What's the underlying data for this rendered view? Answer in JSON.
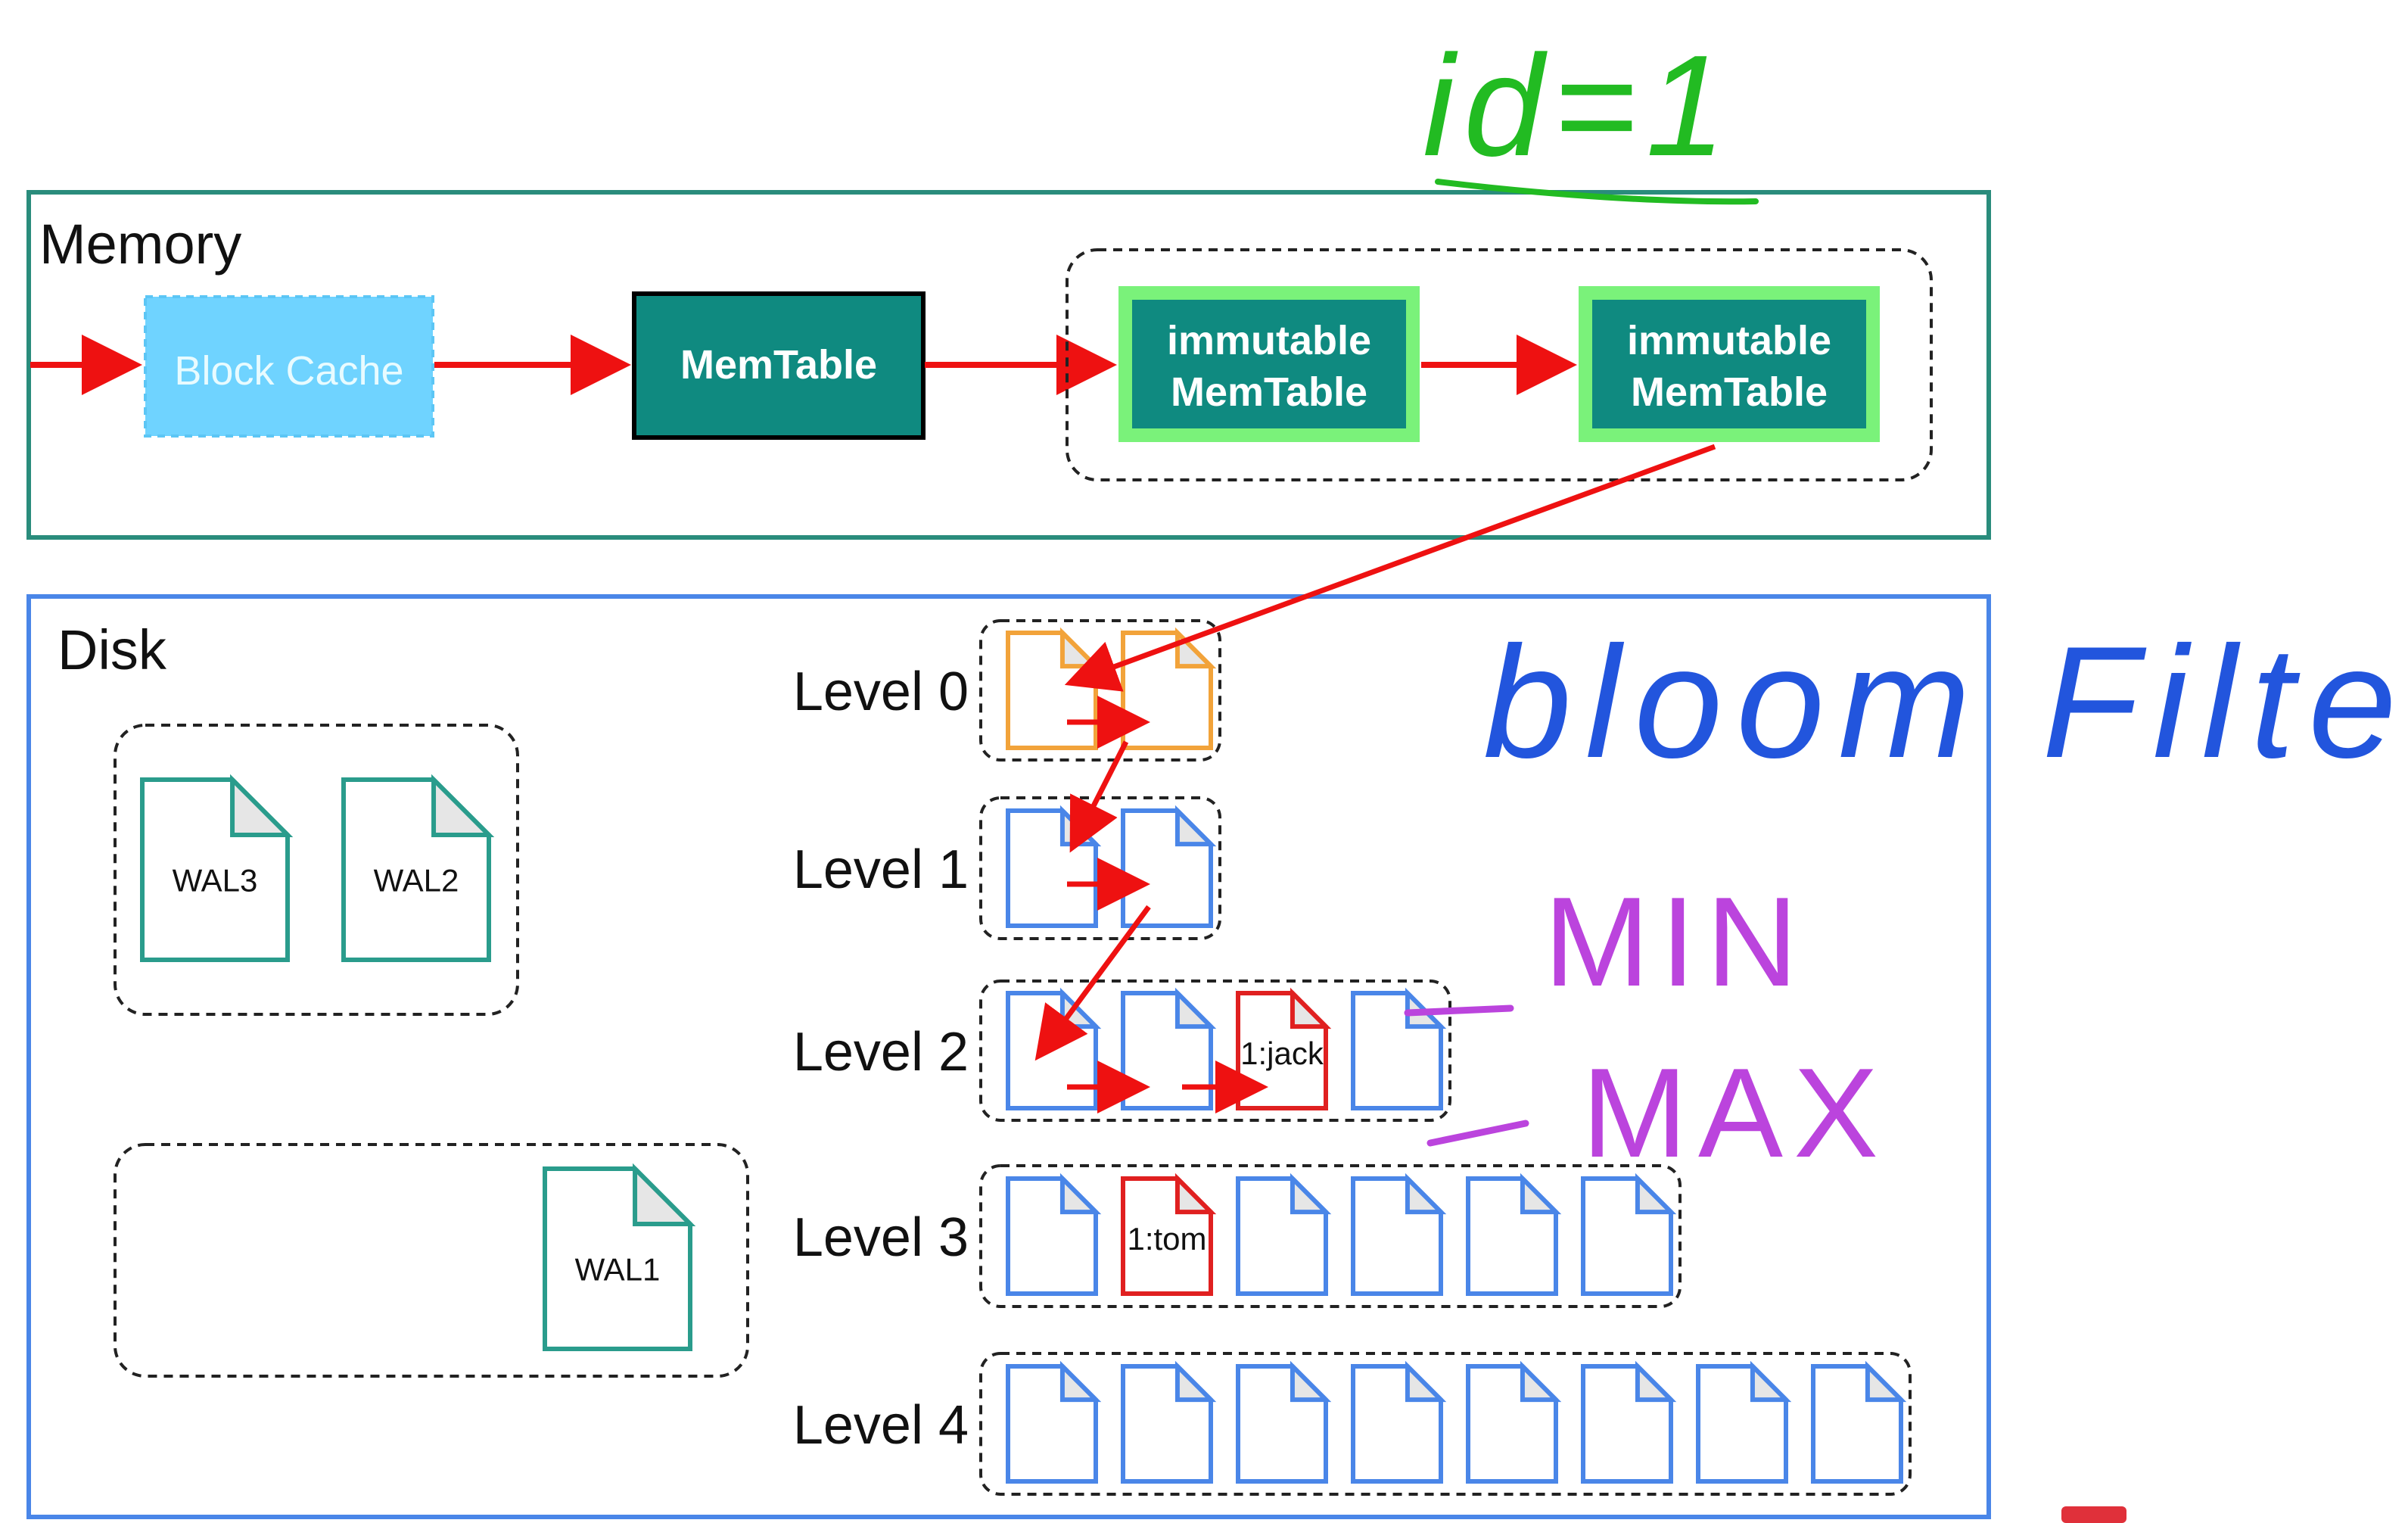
{
  "memory": {
    "title": "Memory",
    "block_cache_label": "Block Cache",
    "memtable_label": "MemTable",
    "immutable_1": {
      "line1": "immutable",
      "line2": "MemTable"
    },
    "immutable_2": {
      "line1": "immutable",
      "line2": "MemTable"
    }
  },
  "disk": {
    "title": "Disk",
    "wal_files": [
      "WAL3",
      "WAL2",
      "WAL1"
    ],
    "levels": [
      {
        "label": "Level 0",
        "file_count": 2,
        "files": [
          "",
          ""
        ]
      },
      {
        "label": "Level 1",
        "file_count": 2,
        "files": [
          "",
          ""
        ]
      },
      {
        "label": "Level 2",
        "file_count": 4,
        "files": [
          "",
          "",
          "1:jack",
          ""
        ]
      },
      {
        "label": "Level 3",
        "file_count": 6,
        "files": [
          "",
          "1:tom",
          "",
          "",
          "",
          ""
        ]
      },
      {
        "label": "Level 4",
        "file_count": 8,
        "files": [
          "",
          "",
          "",
          "",
          "",
          "",
          "",
          ""
        ]
      }
    ]
  },
  "handwriting": {
    "id_note": "id=1",
    "bloom_note": "bloom Filter",
    "min_note": "MIN",
    "max_note": "MAX"
  },
  "colors": {
    "memory_border": "#2a8c7c",
    "disk_border": "#4a86e8",
    "block_cache_fill": "#6fd3ff",
    "memtable_fill": "#0f8a80",
    "immutable_glow": "#7af27a",
    "arrow": "#ee1111",
    "file_blue": "#4a86e8",
    "file_orange": "#f2a33a",
    "file_red": "#e02020",
    "file_wal": "#2a9c8c",
    "hand_green": "#22bb22",
    "hand_blue": "#2255dd",
    "hand_purple": "#bb44dd"
  }
}
